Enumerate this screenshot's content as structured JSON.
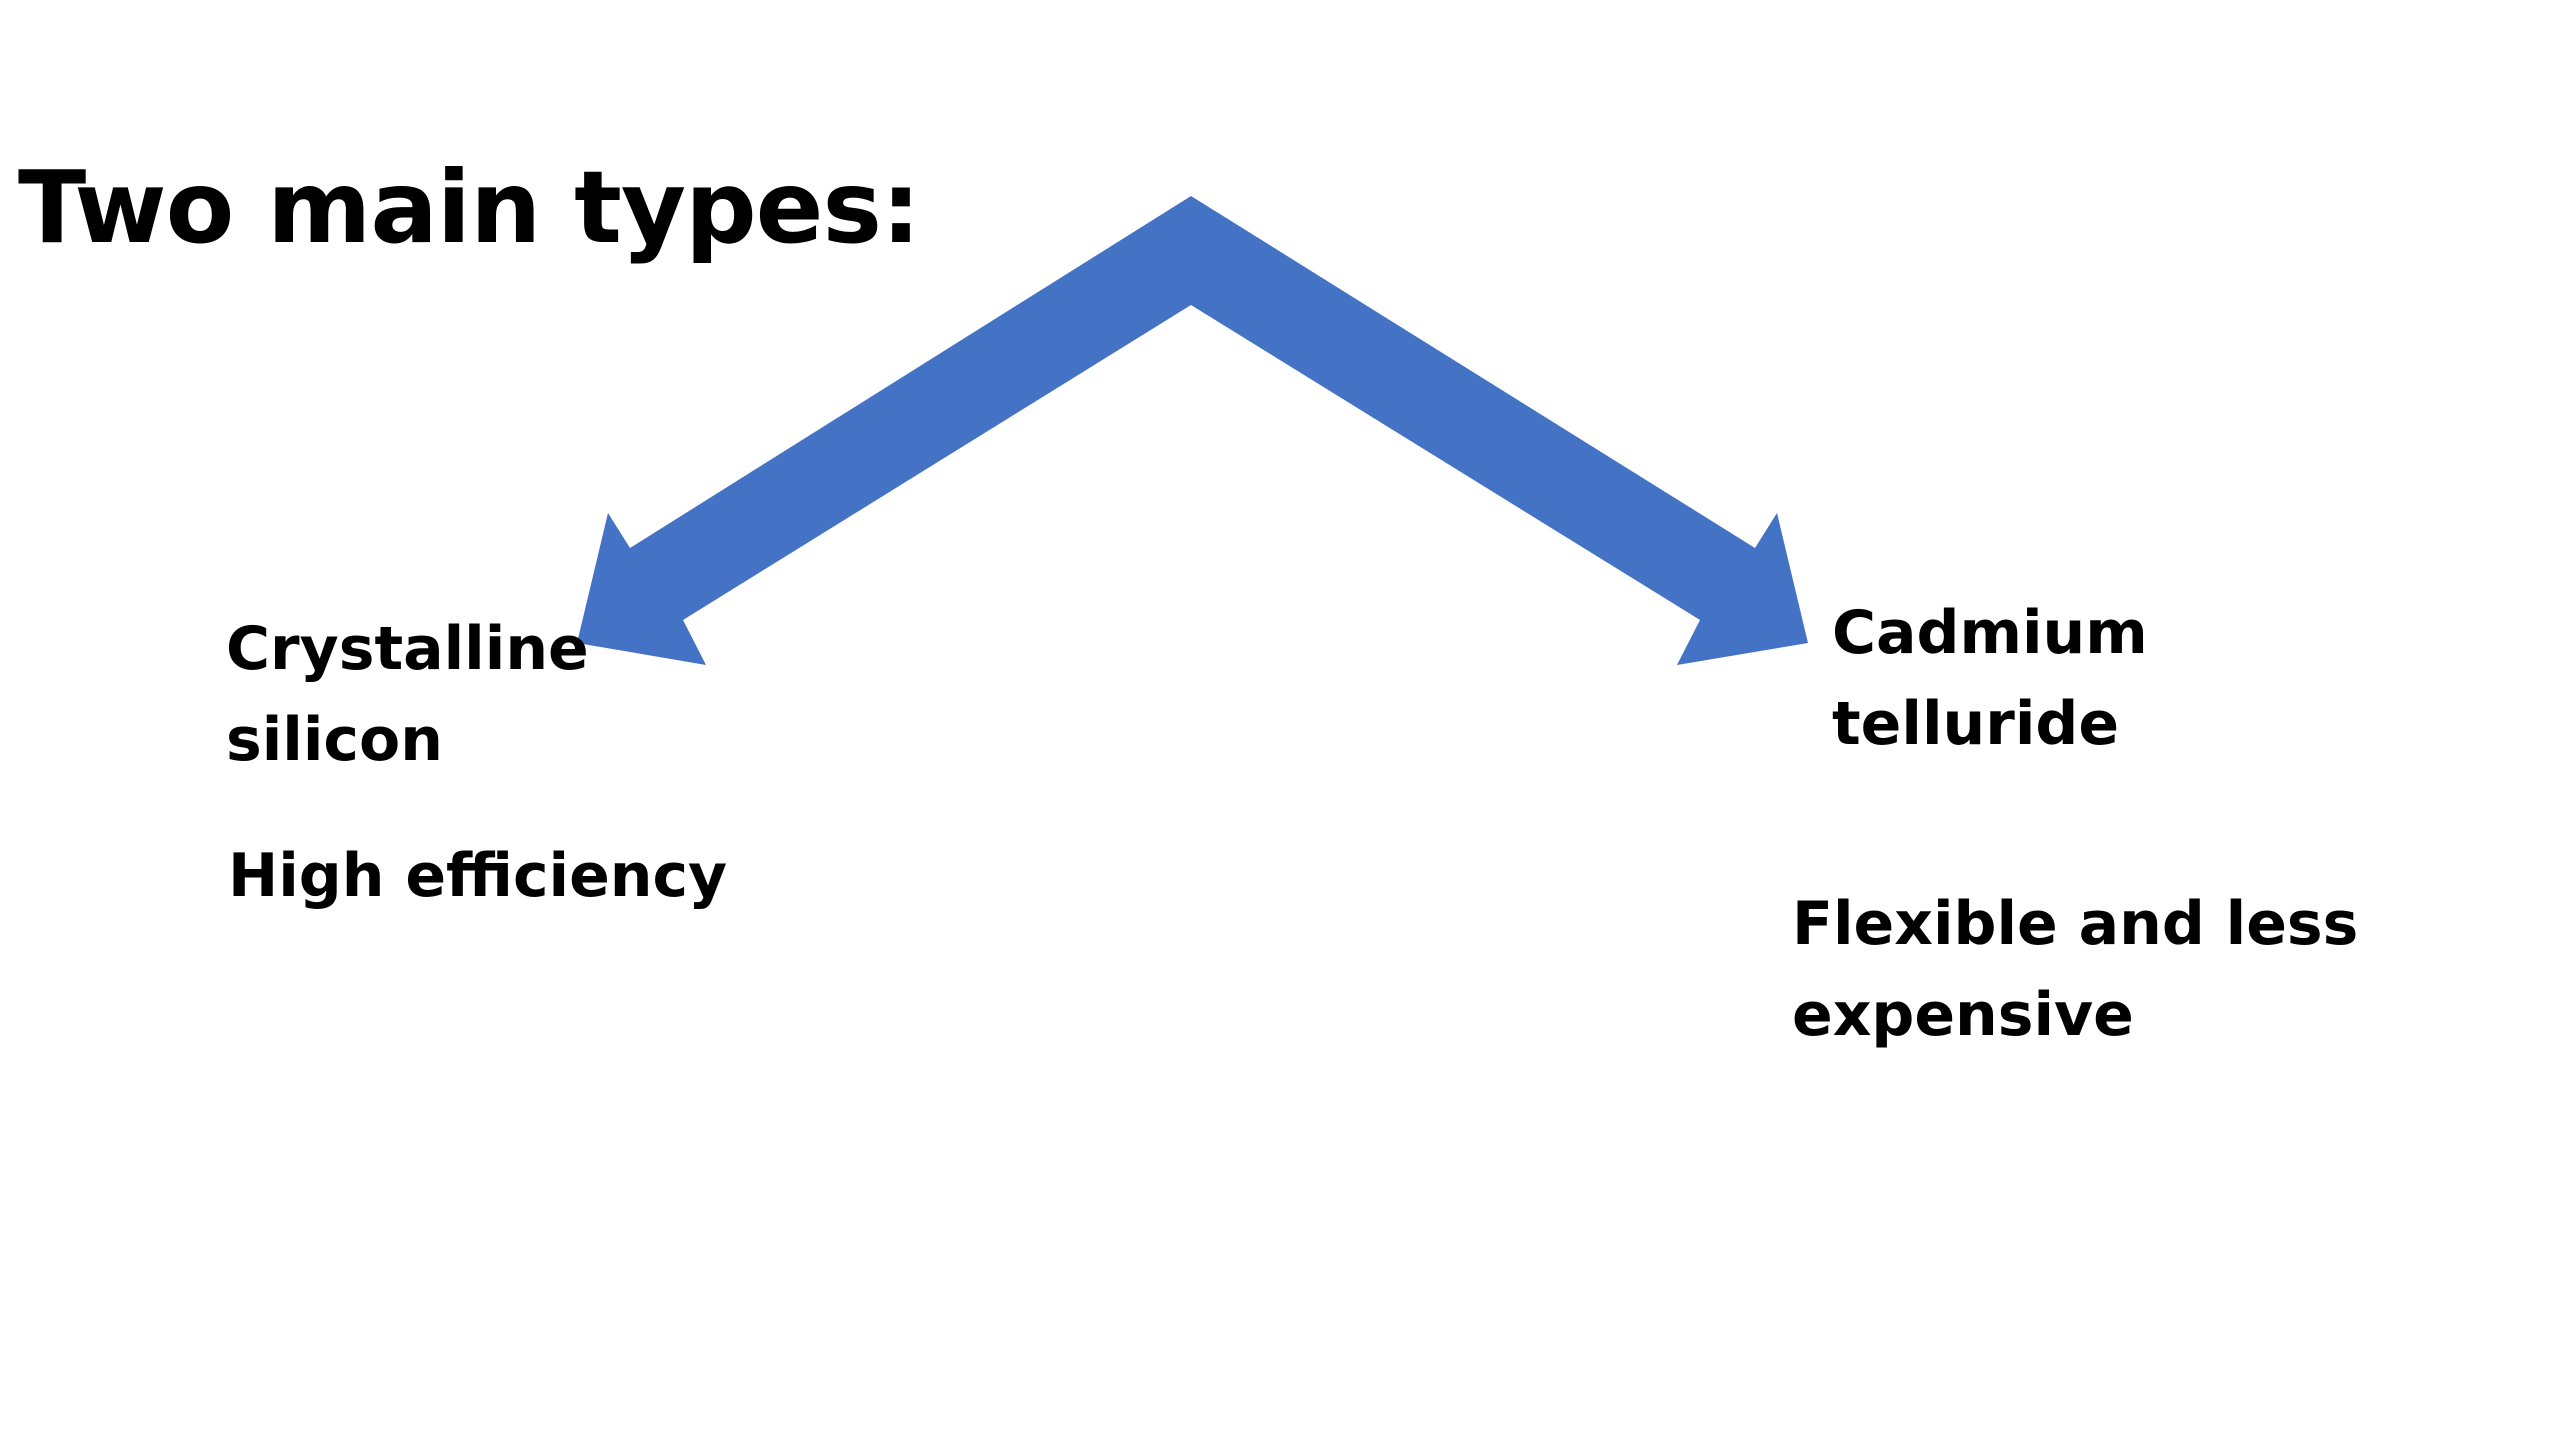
{
  "title": "Two main types:",
  "left": {
    "type_lines": [
      "Crystalline",
      "silicon"
    ],
    "description": "High efficiency"
  },
  "right": {
    "type_lines": [
      "Cadmium",
      "telluride"
    ],
    "description_lines": [
      "Flexible and less",
      "expensive"
    ]
  },
  "colors": {
    "arrow": "#4472C4",
    "text": "#000000",
    "background": "#ffffff"
  }
}
